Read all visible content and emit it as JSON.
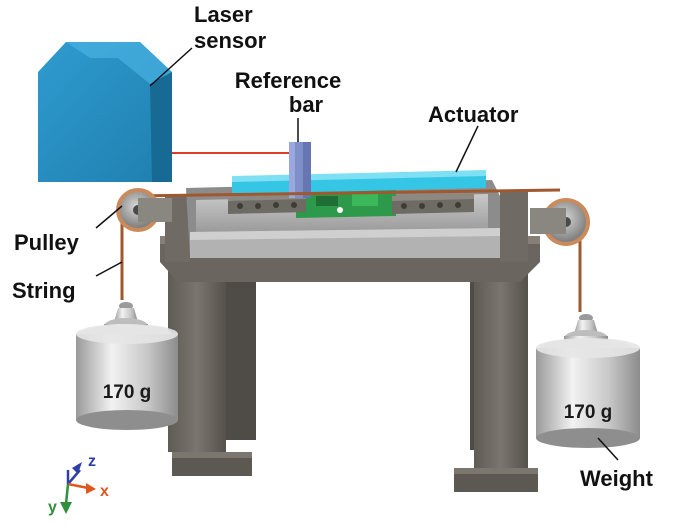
{
  "labels": {
    "laser_sensor_line1": "Laser",
    "laser_sensor_line2": "sensor",
    "reference_bar_line1": "Reference",
    "reference_bar_line2": "bar",
    "actuator": "Actuator",
    "pulley": "Pulley",
    "string": "String",
    "weight": "Weight"
  },
  "weights": {
    "left_mass": "170 g",
    "right_mass": "170 g"
  },
  "axes": {
    "z": "z",
    "x": "x",
    "y": "y"
  },
  "colors": {
    "laser_sensor": "#2a90c2",
    "laser_beam": "#e03a2a",
    "reference_bar": "#7f8fc9",
    "actuator": "#35c6e6",
    "pcb": "#2c9a4a",
    "frame": "#6e6a63",
    "string": "#a0582e",
    "weights": "#cfcfcf",
    "axis_z": "#2f3fa8",
    "axis_x": "#e0561f",
    "axis_y": "#2f8f3a"
  }
}
